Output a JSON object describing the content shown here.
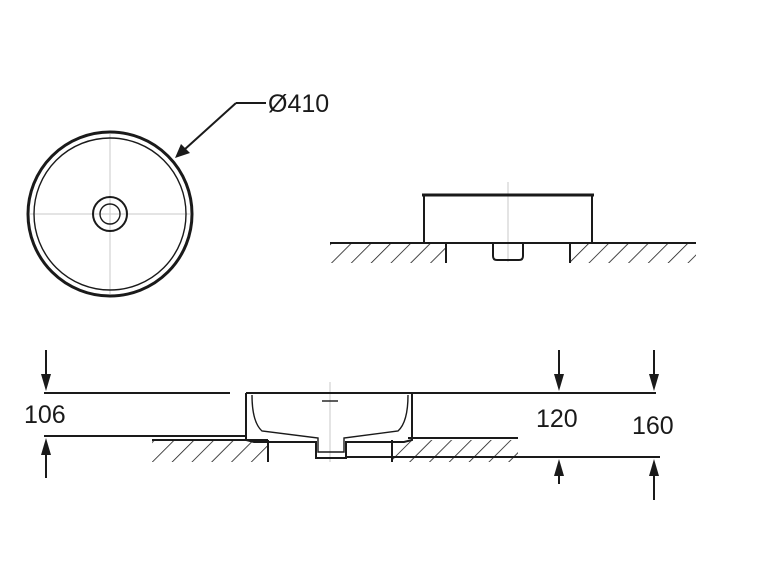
{
  "dimensions": {
    "diameter": "Ø410",
    "height_overall": "106",
    "height_mid": "120",
    "height_total": "160"
  },
  "colors": {
    "line": "#1a1a1a",
    "centerline": "#c8c8c8",
    "background": "#ffffff"
  }
}
